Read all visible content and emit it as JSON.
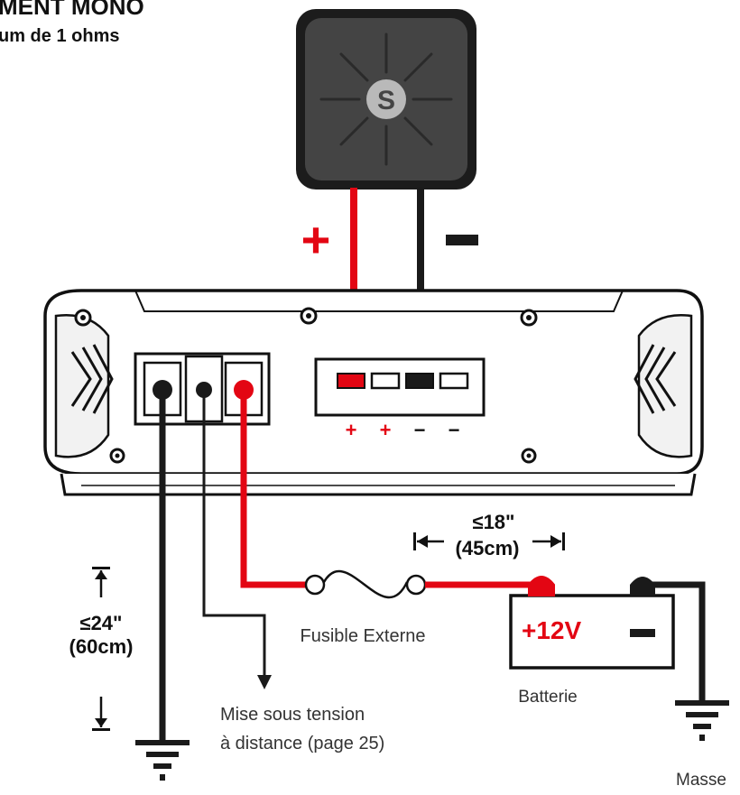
{
  "header": {
    "title_partial": "MENT MONO",
    "subtitle_partial": "um de 1 ohms"
  },
  "subwoofer": {
    "plus_symbol": "+",
    "minus_symbol": "−",
    "logo_letter": "S"
  },
  "amplifier": {
    "speaker_terminal_signs": [
      "+",
      "+",
      "−",
      "−"
    ]
  },
  "measurements": {
    "ground_length_in": "≤24\"",
    "ground_length_cm": "(60cm)",
    "power_length_in": "≤18\"",
    "power_length_cm": "(45cm)"
  },
  "labels": {
    "fuse": "Fusible Externe",
    "remote_line1": "Mise sous tension",
    "remote_line2": "à distance (page 25)",
    "battery": "Batterie",
    "ground": "Masse"
  },
  "battery": {
    "voltage": "+12V",
    "minus": "−"
  },
  "colors": {
    "positive_wire": "#e30613",
    "negative_wire": "#111111",
    "amp_body": "#ffffff",
    "sub_body": "#3a3a3a"
  }
}
